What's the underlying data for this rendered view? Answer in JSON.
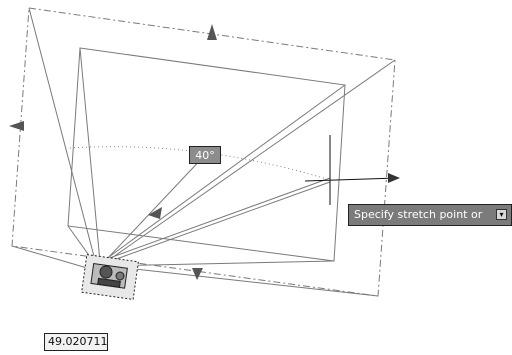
{
  "angle_tooltip": {
    "value": "40°"
  },
  "command_prompt": {
    "text": "Specify stretch point or",
    "options_icon": "down-arrow-icon"
  },
  "coordinate_input": {
    "value": "49.020711"
  },
  "colors": {
    "tooltip_bg": "#7b7b7b",
    "angle_tip_bg": "#8c8c8c",
    "lines": "#555555"
  }
}
